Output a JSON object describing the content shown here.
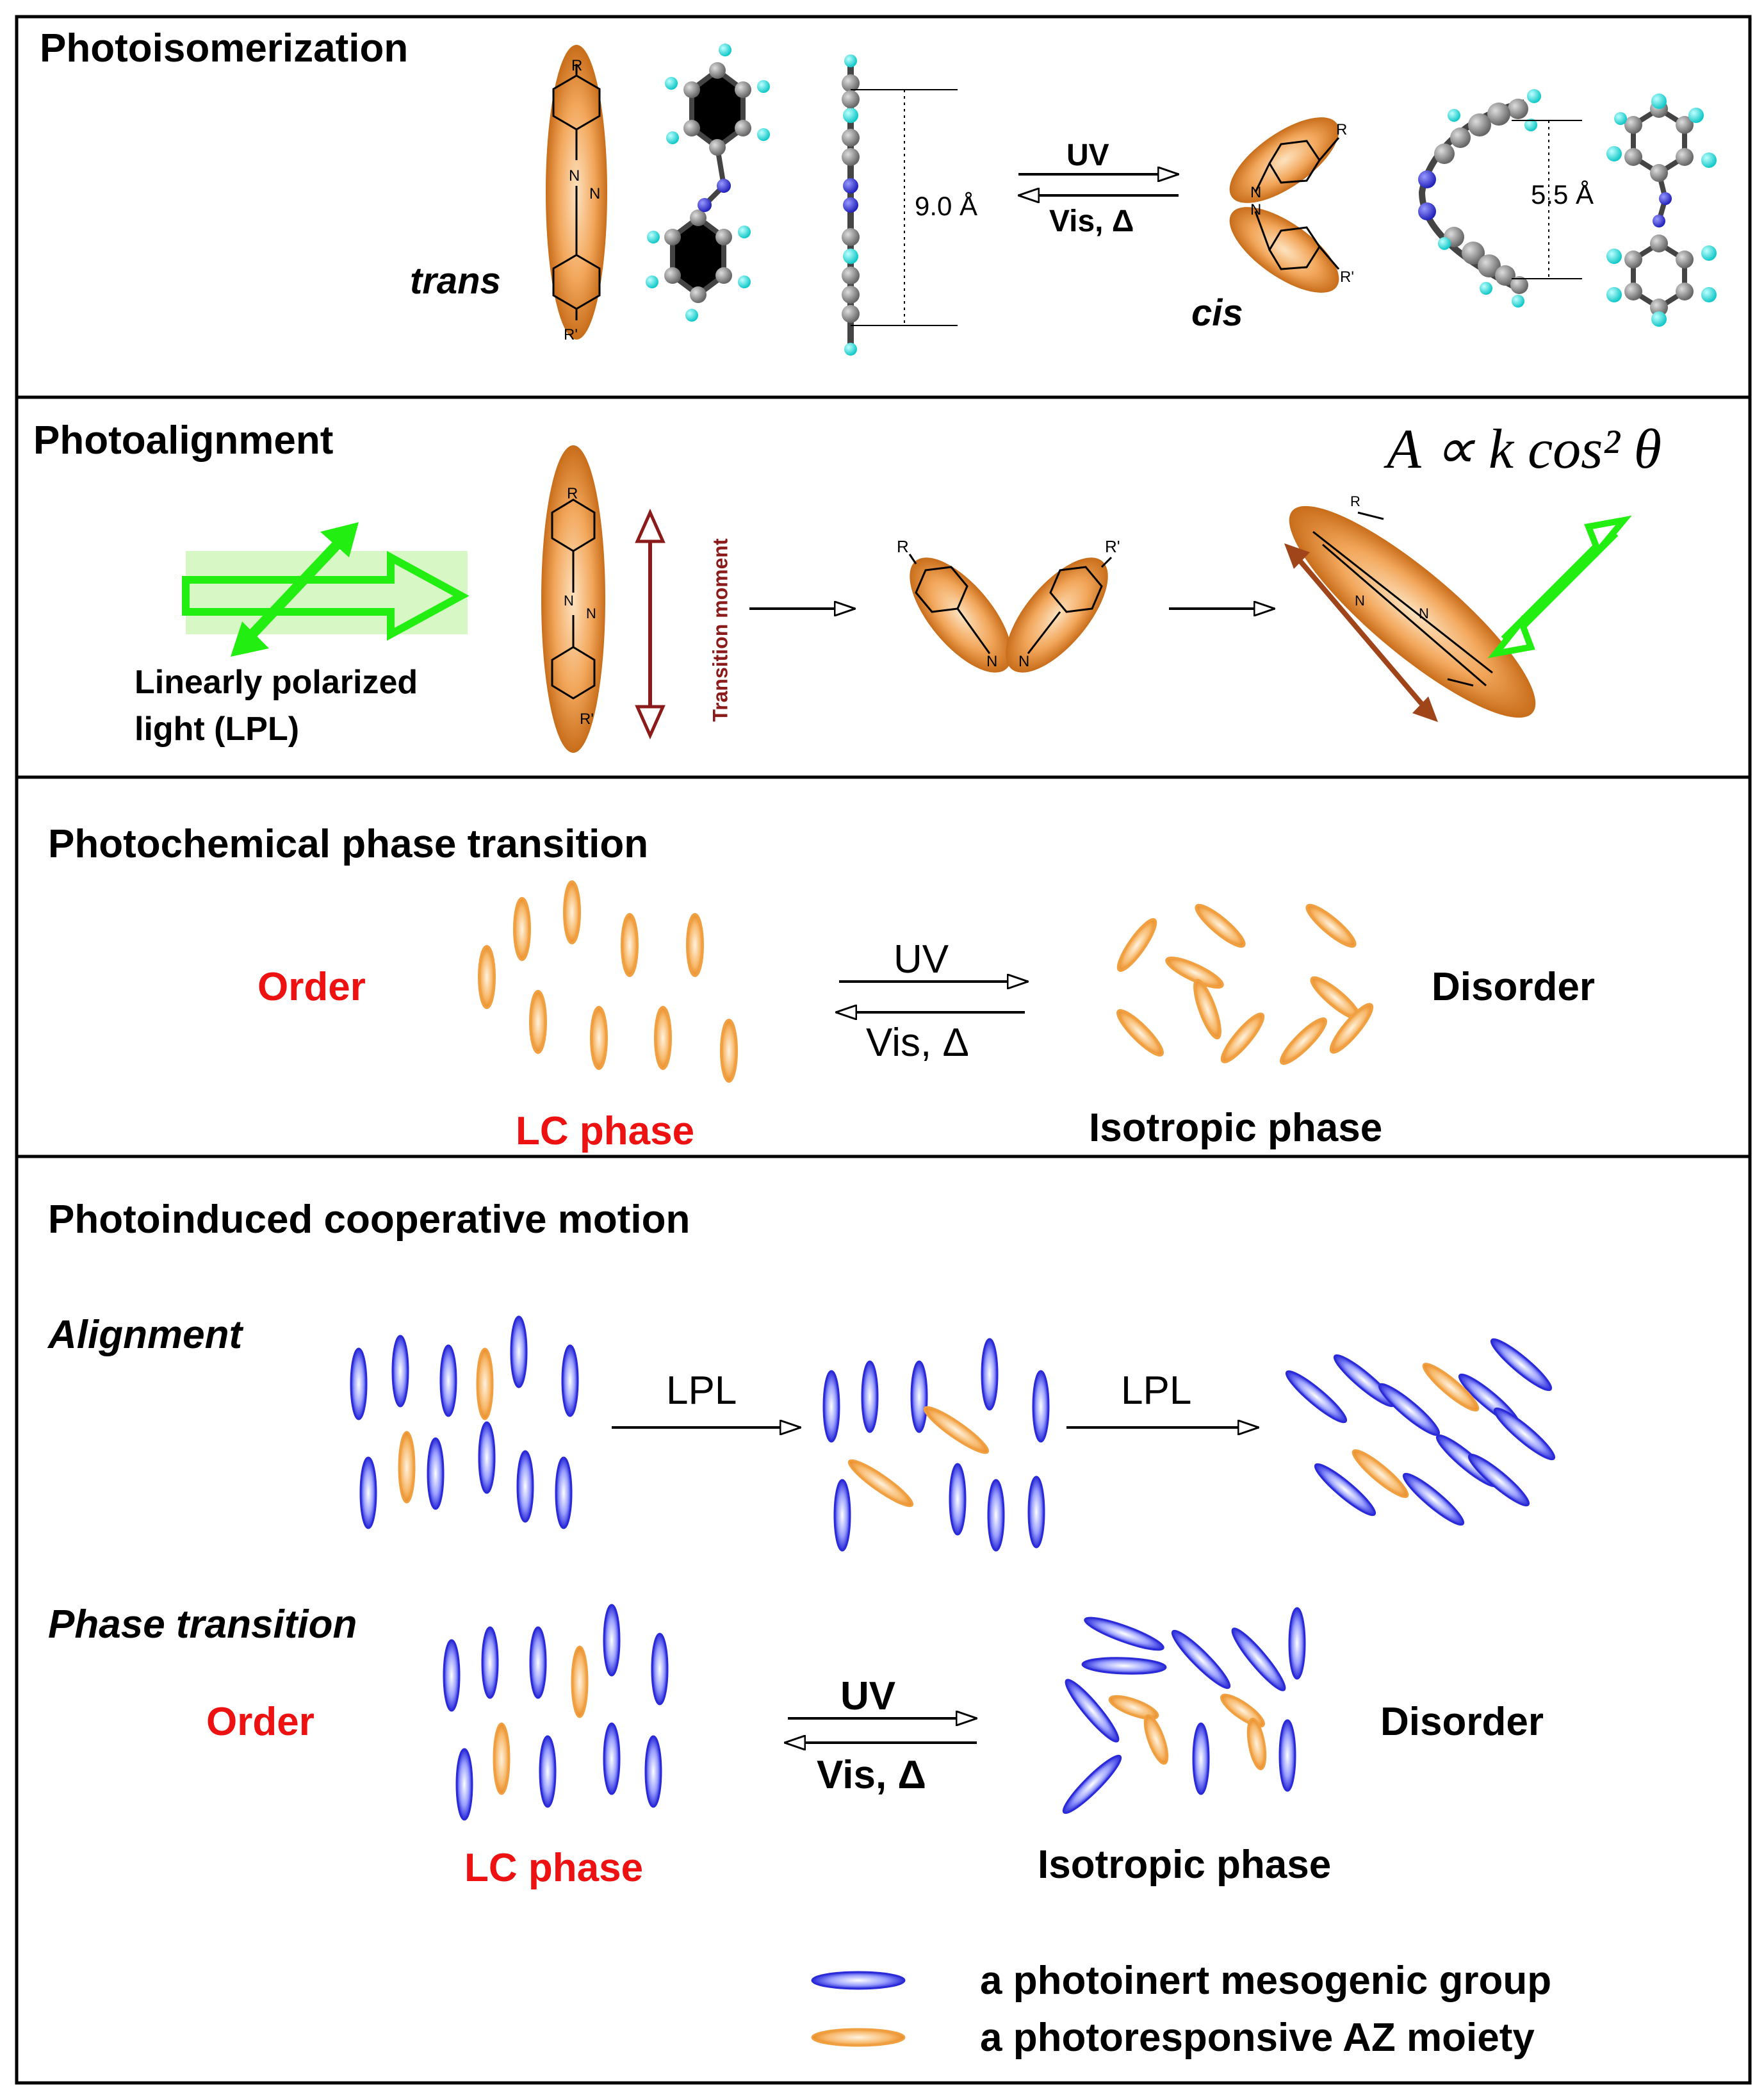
{
  "colors": {
    "orange": "#f0a040",
    "orange_fill": "#fde6c4",
    "blue": "#3030e0",
    "blue_fill": "#e4e6ff",
    "red": "#ee1111",
    "dark_red": "#8b1a1a",
    "green": "#22ee11",
    "atom_gray": "#888888",
    "atom_cyan": "#22dddd",
    "atom_blue": "#3333dd"
  },
  "panel1": {
    "title": "Photoisomerization",
    "trans": "trans",
    "cis": "cis",
    "R": "R",
    "R_prime": "R'",
    "N": "N",
    "distance_trans": "9.0 Å",
    "distance_cis": "5.5  Å",
    "forward": "UV",
    "reverse": "Vis, Δ"
  },
  "panel2": {
    "title": "Photoalignment",
    "equation": "A ∝ k cos² θ",
    "lpl_label_1": "Linearly polarized",
    "lpl_label_2": "light (LPL)",
    "transition_moment": "Transition moment",
    "R": "R",
    "R_prime": "R'",
    "N": "N"
  },
  "panel3": {
    "title": "Photochemical phase transition",
    "order": "Order",
    "disorder": "Disorder",
    "lc_phase": "LC phase",
    "isotropic_phase": "Isotropic phase",
    "forward": "UV",
    "reverse": "Vis, Δ"
  },
  "panel4": {
    "title": "Photoinduced cooperative motion",
    "alignment": "Alignment",
    "lpl_1": "LPL",
    "lpl_2": "LPL",
    "phase_transition": "Phase transition",
    "order": "Order",
    "disorder": "Disorder",
    "lc_phase": "LC phase",
    "isotropic_phase": "Isotropic phase",
    "forward": "UV",
    "reverse": "Vis, Δ",
    "legend_blue": "a photoinert mesogenic group",
    "legend_orange": "a photoresponsive AZ moiety"
  }
}
